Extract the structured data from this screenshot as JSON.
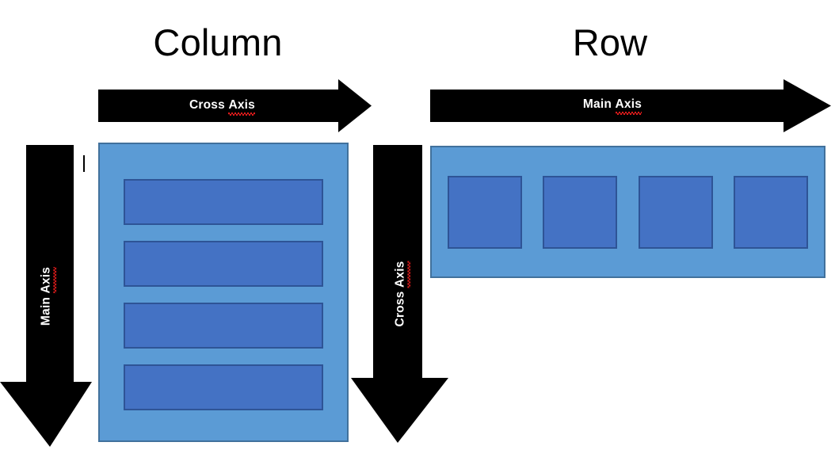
{
  "diagram": {
    "title": "Flexbox axes: Column vs Row",
    "background_color": "#ffffff",
    "colors": {
      "container_fill": "#5b9bd5",
      "container_border": "#41719c",
      "item_fill": "#4472c4",
      "item_border": "#2e5496",
      "arrow_fill": "#000000",
      "arrow_label_color": "#ffffff",
      "spellcheck_underline": "#e01b1b",
      "title_color": "#000000"
    }
  },
  "sections": {
    "column": {
      "title": "Column",
      "horizontal_arrow": {
        "label_prefix": "Cross ",
        "label_suffix": "Axis",
        "label_full": "Cross Axis",
        "direction": "right",
        "orientation": "horizontal",
        "misspelled_word": "Axis"
      },
      "vertical_arrow": {
        "label_prefix": "Main ",
        "label_suffix": "Axis",
        "label_full": "Main Axis",
        "direction": "down",
        "orientation": "vertical",
        "misspelled_word": "Axis"
      },
      "container": {
        "flex_direction": "column",
        "item_count": 4,
        "items": [
          {
            "label": ""
          },
          {
            "label": ""
          },
          {
            "label": ""
          },
          {
            "label": ""
          }
        ]
      }
    },
    "row": {
      "title": "Row",
      "horizontal_arrow": {
        "label_prefix": "Main ",
        "label_suffix": "Axis",
        "label_full": "Main Axis",
        "direction": "right",
        "orientation": "horizontal",
        "misspelled_word": "Axis"
      },
      "vertical_arrow": {
        "label_prefix": "Cross ",
        "label_suffix": "Axis",
        "label_full": "Cross Axis",
        "direction": "down",
        "orientation": "vertical",
        "misspelled_word": "Axis"
      },
      "container": {
        "flex_direction": "row",
        "item_count": 4,
        "items": [
          {
            "label": ""
          },
          {
            "label": ""
          },
          {
            "label": ""
          },
          {
            "label": ""
          }
        ]
      }
    }
  },
  "artifacts": {
    "text_caret": "|"
  }
}
